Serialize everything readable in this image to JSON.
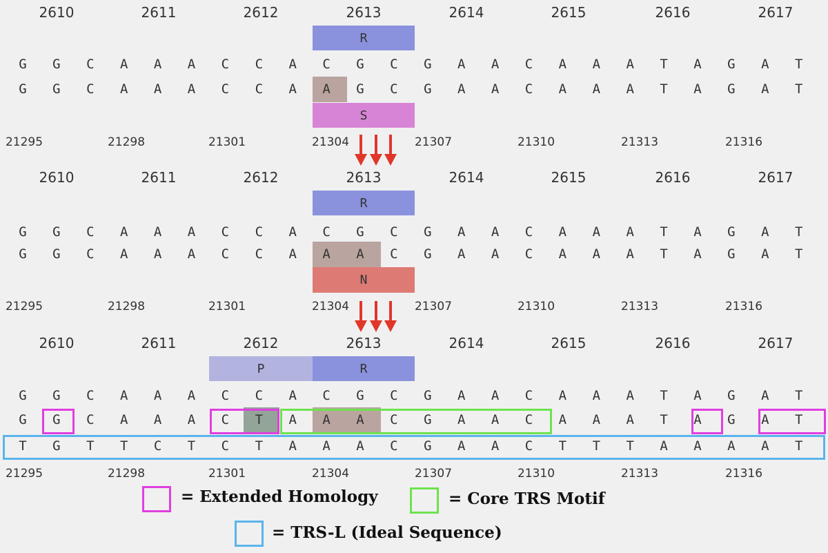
{
  "colors": {
    "background": "#f0f0f0",
    "arginine_box": "#8a92dd",
    "serine_box": "#d884d6",
    "asparagine_box": "#dd7a74",
    "proline_box": "#b3b3e0",
    "mutation_highlight": "#baa49f",
    "mutation_highlight_dark": "#93a498",
    "arrow": "#e0372a",
    "extended_homology": "#e03ee0",
    "core_trs": "#6ee24f",
    "trs_l": "#5ab4ec"
  },
  "panels": [
    {
      "codon_numbers": [
        "2610",
        "2611",
        "2612",
        "2613",
        "2614",
        "2615",
        "2616",
        "2617"
      ],
      "ref_amino_acids": [
        "R"
      ],
      "ref_sequence": [
        "G",
        "G",
        "C",
        "A",
        "A",
        "A",
        "C",
        "C",
        "A",
        "C",
        "G",
        "C",
        "G",
        "A",
        "A",
        "C",
        "A",
        "A",
        "A",
        "T",
        "A",
        "G",
        "A",
        "T"
      ],
      "var_sequence": [
        "G",
        "G",
        "C",
        "A",
        "A",
        "A",
        "C",
        "C",
        "A",
        "A",
        "G",
        "C",
        "G",
        "A",
        "A",
        "C",
        "A",
        "A",
        "A",
        "T",
        "A",
        "G",
        "A",
        "T"
      ],
      "var_amino_acids": [
        "S"
      ],
      "genome_positions": [
        "21295",
        "21298",
        "21301",
        "21304",
        "21307",
        "21310",
        "21313",
        "21316"
      ]
    },
    {
      "codon_numbers": [
        "2610",
        "2611",
        "2612",
        "2613",
        "2614",
        "2615",
        "2616",
        "2617"
      ],
      "ref_amino_acids": [
        "R"
      ],
      "ref_sequence": [
        "G",
        "G",
        "C",
        "A",
        "A",
        "A",
        "C",
        "C",
        "A",
        "C",
        "G",
        "C",
        "G",
        "A",
        "A",
        "C",
        "A",
        "A",
        "A",
        "T",
        "A",
        "G",
        "A",
        "T"
      ],
      "var_sequence": [
        "G",
        "G",
        "C",
        "A",
        "A",
        "A",
        "C",
        "C",
        "A",
        "A",
        "A",
        "C",
        "G",
        "A",
        "A",
        "C",
        "A",
        "A",
        "A",
        "T",
        "A",
        "G",
        "A",
        "T"
      ],
      "var_amino_acids": [
        "N"
      ],
      "genome_positions": [
        "21295",
        "21298",
        "21301",
        "21304",
        "21307",
        "21310",
        "21313",
        "21316"
      ]
    },
    {
      "codon_numbers": [
        "2610",
        "2611",
        "2612",
        "2613",
        "2614",
        "2615",
        "2616",
        "2617"
      ],
      "ref_amino_acids": [
        "P",
        "R"
      ],
      "ref_sequence": [
        "G",
        "G",
        "C",
        "A",
        "A",
        "A",
        "C",
        "C",
        "A",
        "C",
        "G",
        "C",
        "G",
        "A",
        "A",
        "C",
        "A",
        "A",
        "A",
        "T",
        "A",
        "G",
        "A",
        "T"
      ],
      "var_sequence": [
        "G",
        "G",
        "C",
        "A",
        "A",
        "A",
        "C",
        "T",
        "A",
        "A",
        "A",
        "C",
        "G",
        "A",
        "A",
        "C",
        "A",
        "A",
        "A",
        "T",
        "A",
        "G",
        "A",
        "T"
      ],
      "trs_sequence": [
        "T",
        "G",
        "T",
        "T",
        "C",
        "T",
        "C",
        "T",
        "A",
        "A",
        "A",
        "C",
        "G",
        "A",
        "A",
        "C",
        "T",
        "T",
        "T",
        "A",
        "A",
        "A",
        "A",
        "T"
      ],
      "genome_positions": [
        "21295",
        "21298",
        "21301",
        "21304",
        "21307",
        "21310",
        "21313",
        "21316"
      ]
    }
  ],
  "legend": {
    "extended_homology": "= Extended Homology",
    "core_trs": "= Core TRS Motif",
    "trs_l": "= TRS-L (Ideal Sequence)"
  }
}
